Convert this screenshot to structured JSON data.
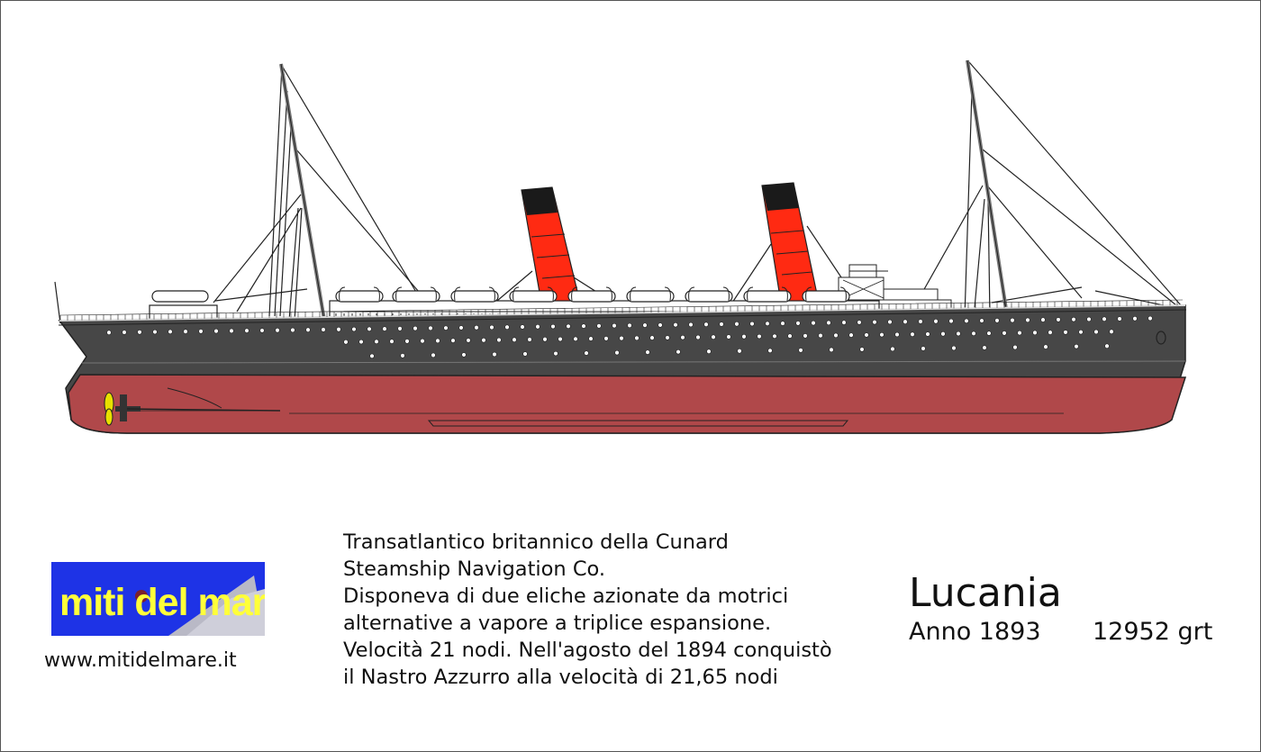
{
  "logo": {
    "text": "miti del mare"
  },
  "website": "www.mitidelmare.it",
  "description": [
    "Transatlantico britannico della Cunard",
    "Steamship Navigation Co.",
    "Disponeva di due eliche azionate da motrici",
    "alternative a vapore a triplice espansione.",
    "Velocità 21 nodi. Nell'agosto del 1894 conquistò",
    "il Nastro Azzurro alla velocità di 21,65 nodi"
  ],
  "ship": {
    "name": "Lucania",
    "year": "Anno 1893",
    "tonnage": "12952 grt"
  },
  "colors": {
    "hull_upper": "#474747",
    "hull_lower": "#b0484a",
    "funnel_red": "#ff2a12",
    "funnel_top": "#1a1a1a",
    "propeller": "#e8e000",
    "logo_bg": "#1e33e6",
    "logo_text": "#ffff3a"
  }
}
